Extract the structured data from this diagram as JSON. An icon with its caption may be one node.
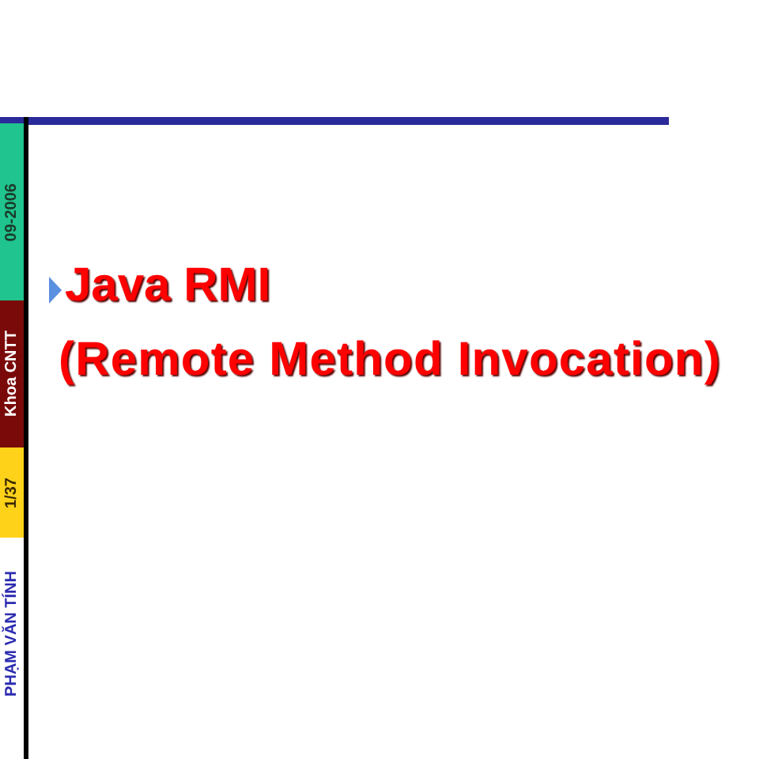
{
  "diagram": {
    "title": "Java RMI",
    "labels": [
      "(Remote Method Invocation)",
      "09-2006",
      "Khoa CNTT",
      "1/37",
      "PHẠM VĂN TÍNH"
    ]
  }
}
